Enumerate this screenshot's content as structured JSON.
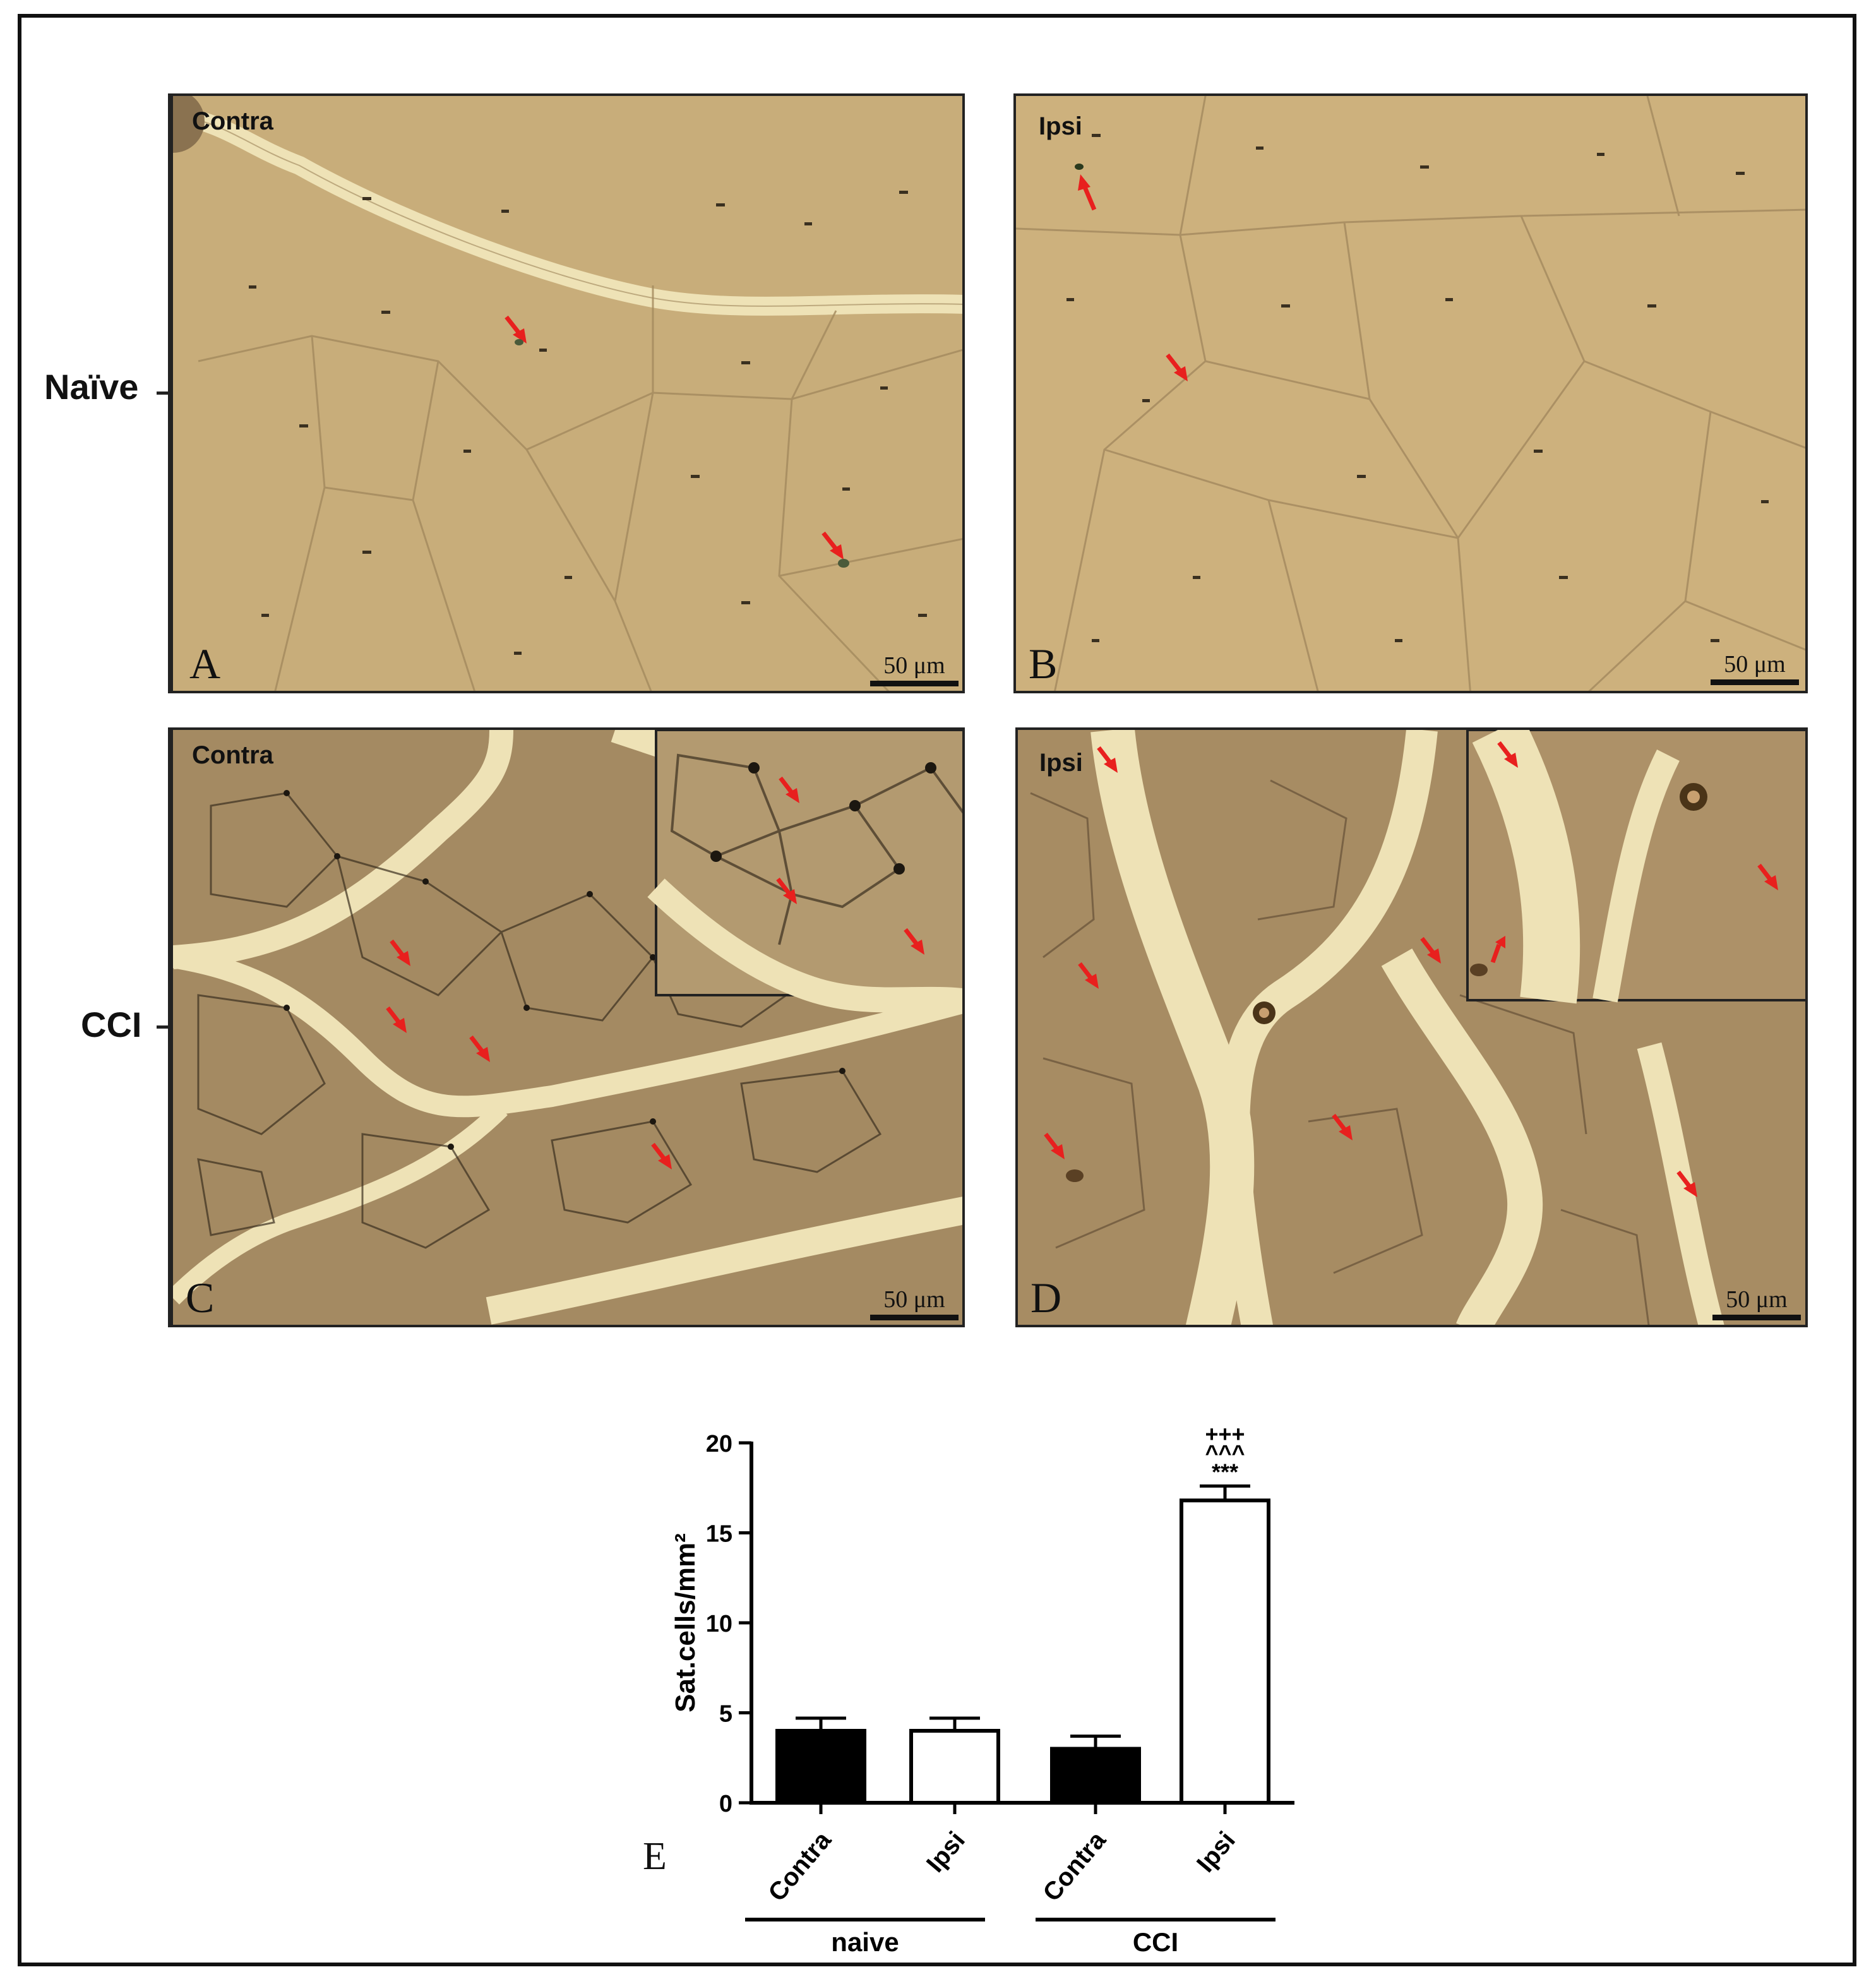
{
  "figure": {
    "row_labels": [
      "Naïve",
      "CCI"
    ],
    "panels": [
      {
        "letter": "A",
        "tag": "Contra",
        "scale_label": "50 μm"
      },
      {
        "letter": "B",
        "tag": "Ipsi",
        "scale_label": "50 μm"
      },
      {
        "letter": "C",
        "tag": "Contra",
        "scale_label": "50 μm"
      },
      {
        "letter": "D",
        "tag": "Ipsi",
        "scale_label": "50 μm"
      }
    ],
    "chart_letter": "E",
    "colors": {
      "tissue_light": "#c8ad7a",
      "tissue_dark": "#a48a62",
      "arrow": "#e8201e",
      "gap": "#eee2b6"
    }
  },
  "chart_data": {
    "type": "bar",
    "ylabel": "Sat.cells/mm²",
    "ylim": [
      0,
      20
    ],
    "yticks": [
      0,
      5,
      10,
      15,
      20
    ],
    "categories": [
      "Contra",
      "Ipsi",
      "Contra",
      "Ipsi"
    ],
    "groups": [
      {
        "name": "naive",
        "categories": [
          0,
          1
        ]
      },
      {
        "name": "CCI",
        "categories": [
          2,
          3
        ]
      }
    ],
    "values": [
      4.0,
      4.0,
      3.0,
      16.8
    ],
    "errors": [
      0.7,
      0.7,
      0.7,
      0.8
    ],
    "fills": [
      "#000000",
      "#ffffff",
      "#000000",
      "#ffffff"
    ],
    "significance": {
      "bar": 3,
      "lines": [
        "+++",
        "^^^",
        "***"
      ]
    }
  }
}
